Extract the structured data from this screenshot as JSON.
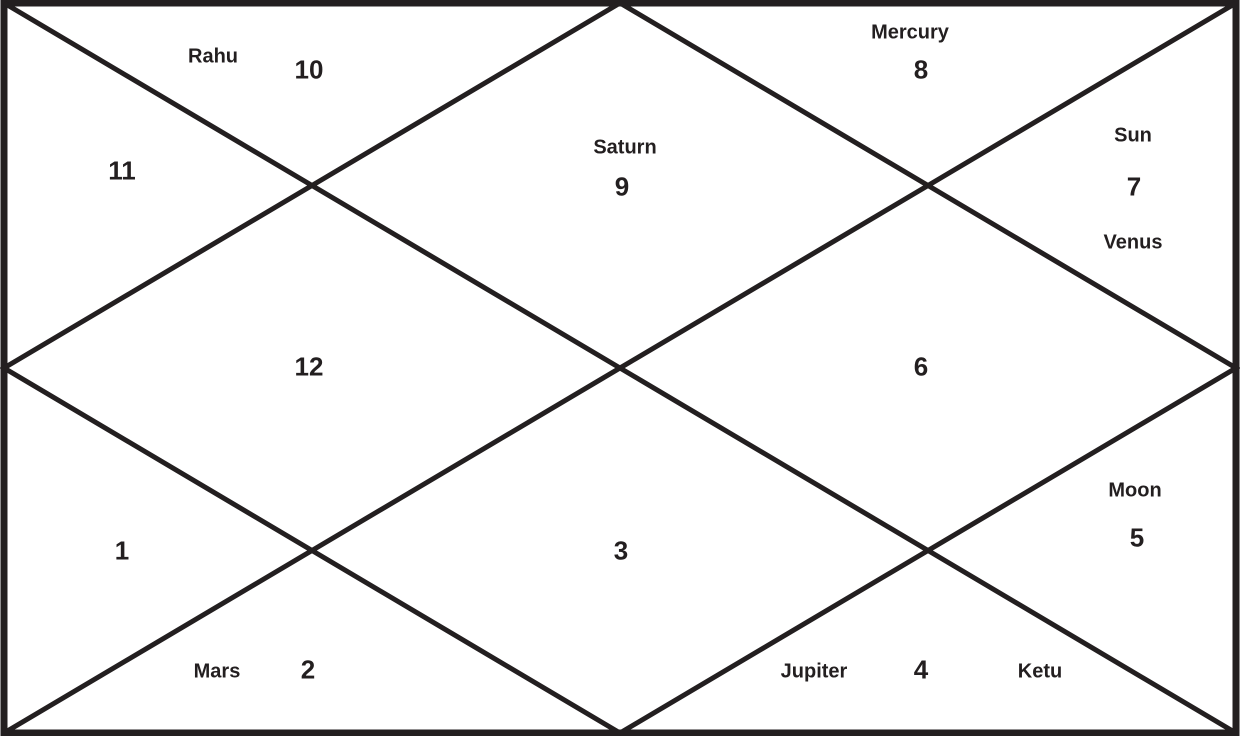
{
  "chart": {
    "style": "North Indian birth chart",
    "line_color": "#231f20",
    "background": "#ffffff",
    "houses": [
      {
        "number": "1",
        "planets": []
      },
      {
        "number": "2",
        "planets": [
          "Mars"
        ]
      },
      {
        "number": "3",
        "planets": []
      },
      {
        "number": "4",
        "planets": [
          "Jupiter",
          "Ketu"
        ]
      },
      {
        "number": "5",
        "planets": [
          "Moon"
        ]
      },
      {
        "number": "6",
        "planets": []
      },
      {
        "number": "7",
        "planets": [
          "Sun",
          "Venus"
        ]
      },
      {
        "number": "8",
        "planets": [
          "Mercury"
        ]
      },
      {
        "number": "9",
        "planets": [
          "Saturn"
        ]
      },
      {
        "number": "10",
        "planets": [
          "Rahu"
        ]
      },
      {
        "number": "11",
        "planets": []
      },
      {
        "number": "12",
        "planets": []
      }
    ]
  }
}
